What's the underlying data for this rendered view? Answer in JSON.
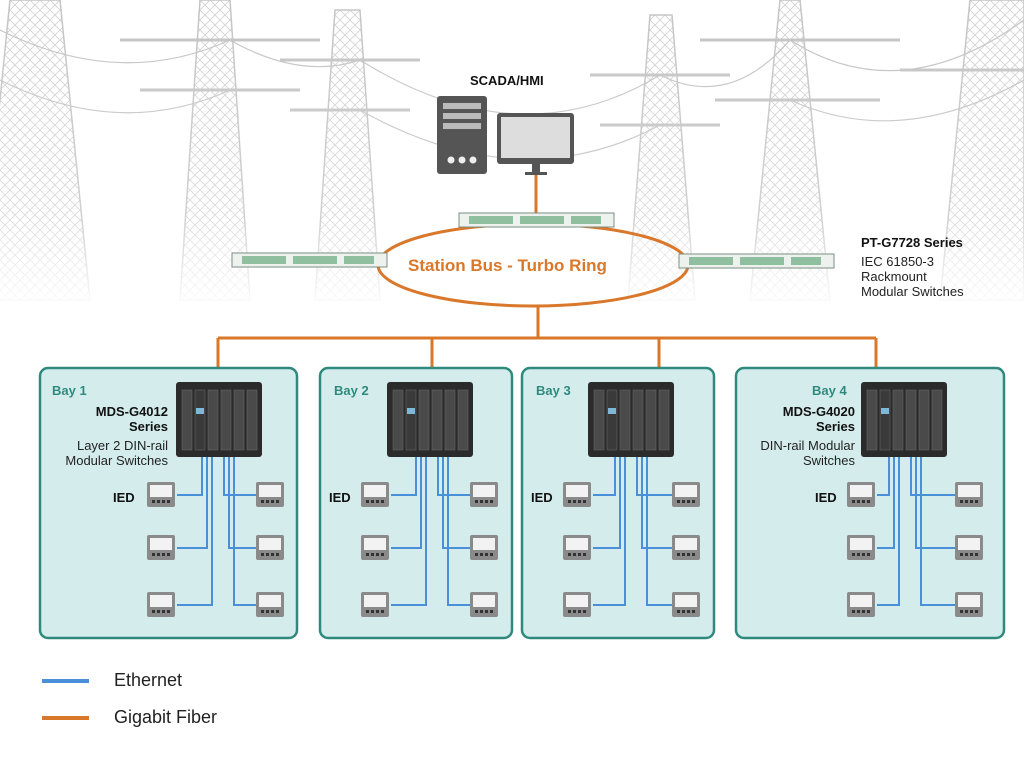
{
  "scada_label": "SCADA/HMI",
  "ring_label": "Station Bus - Turbo Ring",
  "station_switch": {
    "title": "PT-G7728 Series",
    "line1": "IEC 61850-3",
    "line2": "Rackmount",
    "line3": "Modular Switches"
  },
  "bays": [
    {
      "label": "Bay 1",
      "title1": "MDS-G4012",
      "title2": "Series",
      "desc1": "Layer 2 DIN-rail",
      "desc2": "Modular Switches",
      "ied": "IED"
    },
    {
      "label": "Bay 2",
      "ied": "IED"
    },
    {
      "label": "Bay 3",
      "ied": "IED"
    },
    {
      "label": "Bay 4",
      "title1": "MDS-G4020",
      "title2": "Series",
      "desc1": "DIN-rail Modular",
      "desc2": "Switches",
      "ied": "IED"
    }
  ],
  "legend": [
    {
      "label": "Ethernet",
      "color": "#4a90d9"
    },
    {
      "label": "Gigabit Fiber",
      "color": "#d9782b"
    }
  ],
  "colors": {
    "fiber": "#d9782b",
    "ethernet": "#4a90d9",
    "bay_fill": "#d4edec",
    "bay_border": "#2f8a7d",
    "bay_text": "#2f8a7d"
  },
  "icons": [
    "transmission-tower-icon",
    "server-icon",
    "monitor-icon",
    "rack-switch-icon",
    "din-switch-icon",
    "ied-device-icon"
  ]
}
